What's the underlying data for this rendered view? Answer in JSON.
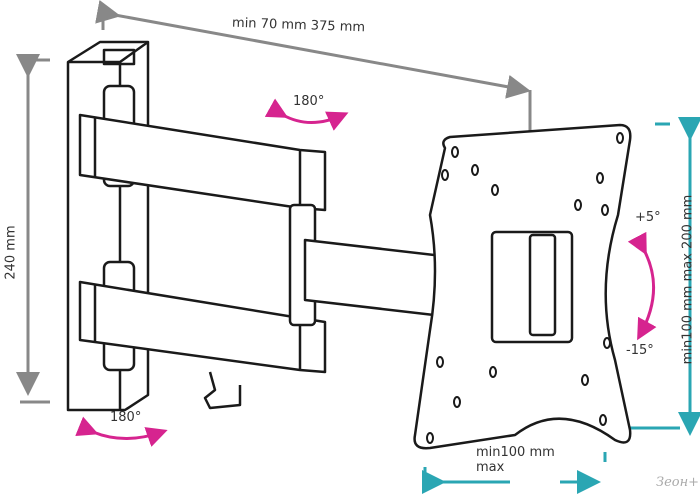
{
  "dimensions": {
    "reach": "min 70 mm 375 mm",
    "height": "240 mm",
    "vesa_vertical": "min100 mm max 200 mm",
    "vesa_horizontal_min": "min100 mm",
    "vesa_horizontal_max": "max"
  },
  "rotation": {
    "swivel_top": "180°",
    "swivel_bottom": "180°",
    "tilt_up": "+5°",
    "tilt_down": "-15°"
  },
  "watermark": "Зеон+",
  "colors": {
    "dimension_grey": "#888888",
    "dimension_teal": "#2aa6b3",
    "rotation_magenta": "#d6248f",
    "outline": "#1a1a1a"
  }
}
